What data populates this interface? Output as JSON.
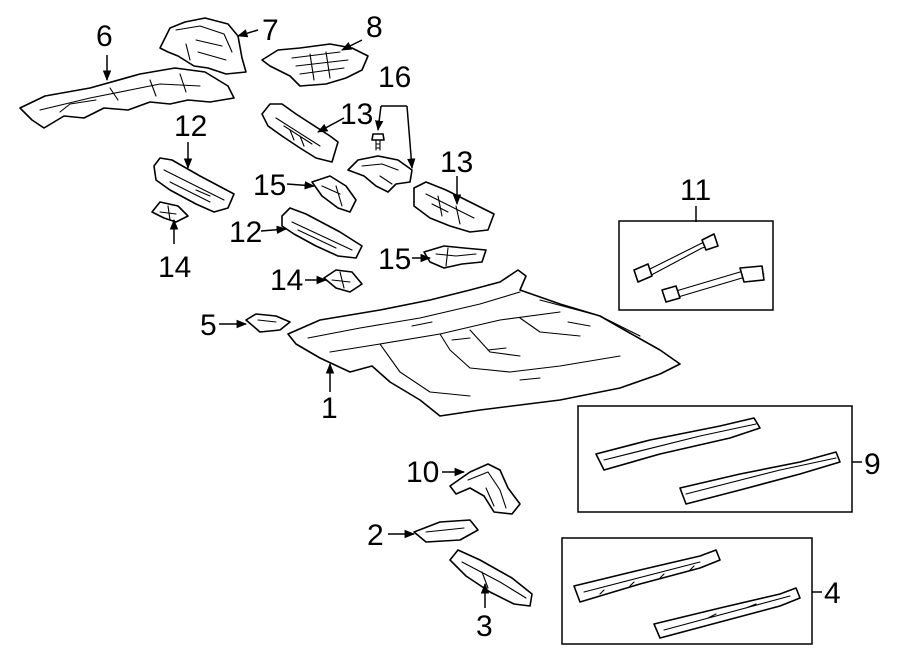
{
  "callouts": {
    "c1": "1",
    "c2": "2",
    "c3": "3",
    "c4": "4",
    "c5": "5",
    "c6": "6",
    "c7": "7",
    "c8": "8",
    "c9": "9",
    "c10": "10",
    "c11": "11",
    "c12a": "12",
    "c12b": "12",
    "c13a": "13",
    "c13b": "13",
    "c14a": "14",
    "c14b": "14",
    "c15a": "15",
    "c15b": "15",
    "c16": "16"
  }
}
